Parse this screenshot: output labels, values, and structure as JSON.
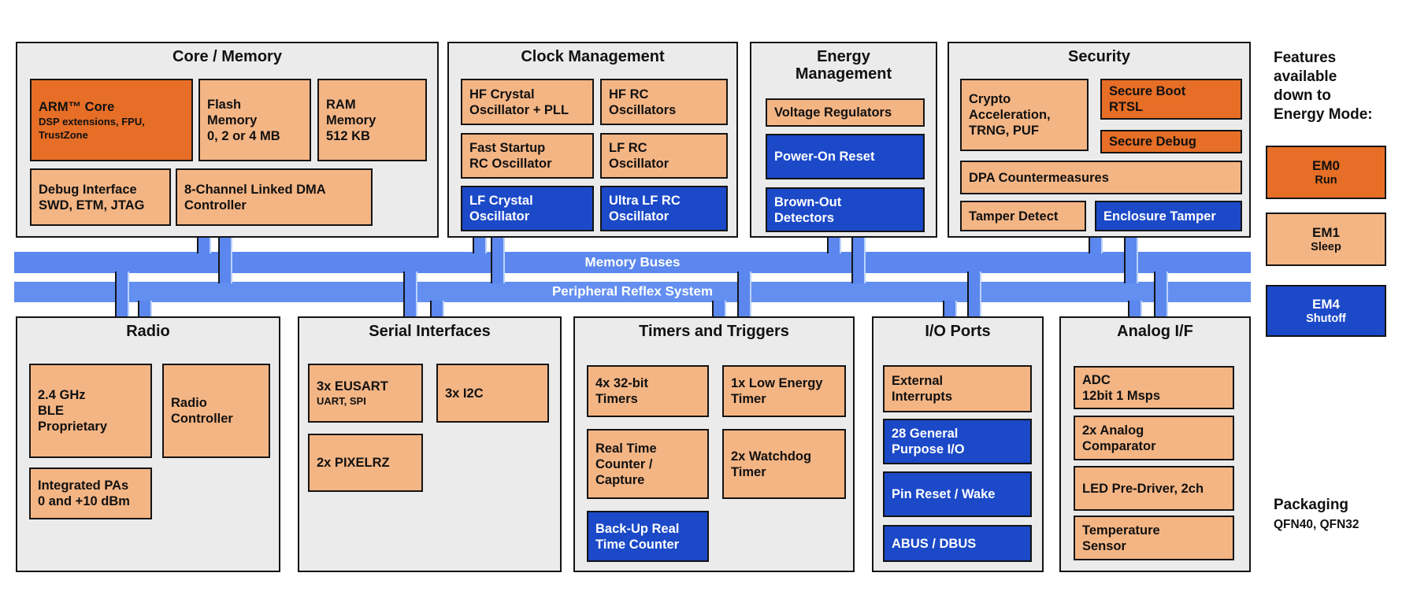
{
  "blocks": {
    "core": {
      "title": "Core / Memory",
      "boxes": {
        "arm": {
          "main": "ARM™ Core",
          "sub": [
            "DSP extensions, FPU,",
            "TrustZone"
          ]
        },
        "flash": {
          "main": [
            "Flash",
            "Memory",
            "0, 2 or 4 MB"
          ]
        },
        "ram": {
          "main": [
            "RAM",
            "Memory",
            "512 KB"
          ]
        },
        "debug": {
          "main": [
            "Debug Interface",
            "SWD, ETM, JTAG"
          ]
        },
        "dma": {
          "main": [
            "8-Channel Linked DMA",
            "Controller"
          ]
        }
      }
    },
    "clock": {
      "title": "Clock Management",
      "boxes": {
        "hfxo": {
          "main": [
            "HF Crystal",
            "Oscillator + PLL"
          ]
        },
        "hfrc": {
          "main": [
            "HF RC",
            "Oscillators"
          ]
        },
        "fsrc": {
          "main": [
            "Fast Startup",
            "RC Oscillator"
          ]
        },
        "lfrc": {
          "main": [
            "LF RC",
            "Oscillator"
          ]
        },
        "lfxo": {
          "main": [
            "LF Crystal",
            "Oscillator"
          ]
        },
        "ulfrc": {
          "main": [
            "Ultra LF RC",
            "Oscillator"
          ]
        }
      }
    },
    "energy": {
      "title": [
        "Energy",
        "Management"
      ],
      "boxes": {
        "vreg": {
          "main": "Voltage Regulators"
        },
        "por": {
          "main": "Power-On Reset"
        },
        "bod": {
          "main": [
            "Brown-Out",
            "Detectors"
          ]
        }
      }
    },
    "security": {
      "title": "Security",
      "boxes": {
        "crypto": {
          "main": [
            "Crypto",
            "Acceleration,",
            "TRNG, PUF"
          ]
        },
        "secboot": {
          "main": [
            "Secure Boot",
            "RTSL"
          ]
        },
        "secdebug": {
          "main": "Secure Debug"
        },
        "dpa": {
          "main": "DPA Countermeasures"
        },
        "tamper": {
          "main": "Tamper Detect"
        },
        "enclosure": {
          "main": "Enclosure Tamper"
        }
      }
    },
    "radio": {
      "title": "Radio",
      "boxes": {
        "ble": {
          "main": [
            "2.4 GHz",
            "BLE",
            "Proprietary"
          ]
        },
        "controller": {
          "main": [
            "Radio",
            "Controller"
          ]
        },
        "pa": {
          "main": [
            "Integrated PAs",
            "0 and +10 dBm"
          ]
        }
      }
    },
    "serial": {
      "title": "Serial Interfaces",
      "boxes": {
        "eusart": {
          "main": "3x EUSART",
          "sub": "UART, SPI"
        },
        "i2c": {
          "main": "3x I2C"
        },
        "pixelrz": {
          "main": "2x PIXELRZ"
        }
      }
    },
    "timers": {
      "title": "Timers and Triggers",
      "boxes": {
        "timers32": {
          "main": [
            "4x 32-bit",
            "Timers"
          ]
        },
        "letimer": {
          "main": [
            "1x Low Energy",
            "Timer"
          ]
        },
        "rtcc": {
          "main": [
            "Real Time",
            "Counter /",
            "Capture"
          ]
        },
        "wdog": {
          "main": [
            "2x Watchdog",
            "Timer"
          ]
        },
        "burtc": {
          "main": [
            "Back-Up Real",
            "Time Counter"
          ]
        }
      }
    },
    "io": {
      "title": "I/O Ports",
      "boxes": {
        "exti": {
          "main": [
            "External",
            "Interrupts"
          ]
        },
        "gpio": {
          "main": [
            "28 General",
            "Purpose I/O"
          ]
        },
        "pinreset": {
          "main": "Pin Reset / Wake"
        },
        "abus": {
          "main": "ABUS / DBUS"
        }
      }
    },
    "analog": {
      "title": "Analog I/F",
      "boxes": {
        "adc": {
          "main": [
            "ADC",
            "12bit 1 Msps"
          ]
        },
        "acmp": {
          "main": [
            "2x Analog",
            "Comparator"
          ]
        },
        "led": {
          "main": "LED Pre-Driver, 2ch"
        },
        "temp": {
          "main": [
            "Temperature",
            "Sensor"
          ]
        }
      }
    }
  },
  "buses": {
    "memory": "Memory Buses",
    "prs": "Peripheral Reflex System"
  },
  "legend": {
    "note": [
      "Features",
      "available",
      "down to",
      "Energy Mode:"
    ],
    "em0": {
      "label": "EM0",
      "sub": "Run"
    },
    "em1": {
      "label": "EM1",
      "sub": "Sleep"
    },
    "em4": {
      "label": "EM4",
      "sub": "Shutoff"
    },
    "packaging": {
      "title": "Packaging",
      "value": "QFN40, QFN32"
    }
  },
  "colors": {
    "em0_run": "#e66e26",
    "em1_sleep": "#f4b584",
    "em4_shutoff": "#1b49c8",
    "bus_blue": "#5b87ee",
    "block_gray": "#ebebeb"
  }
}
